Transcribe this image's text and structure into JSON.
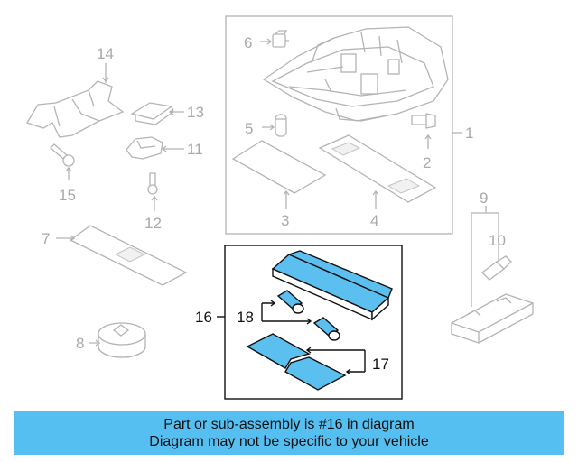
{
  "diagram": {
    "callouts": {
      "c1": "1",
      "c2": "2",
      "c3": "3",
      "c4": "4",
      "c5": "5",
      "c6": "6",
      "c7": "7",
      "c8": "8",
      "c9": "9",
      "c10": "10",
      "c11": "11",
      "c12": "12",
      "c13": "13",
      "c14": "14",
      "c15": "15",
      "c16": "16",
      "c17": "17",
      "c18": "18"
    },
    "highlight_color": "#5bc0f0"
  },
  "banner": {
    "line1": "Part or sub-assembly is #16 in diagram",
    "line2": "Diagram may not be specific to your vehicle",
    "background": "#56bff1"
  }
}
